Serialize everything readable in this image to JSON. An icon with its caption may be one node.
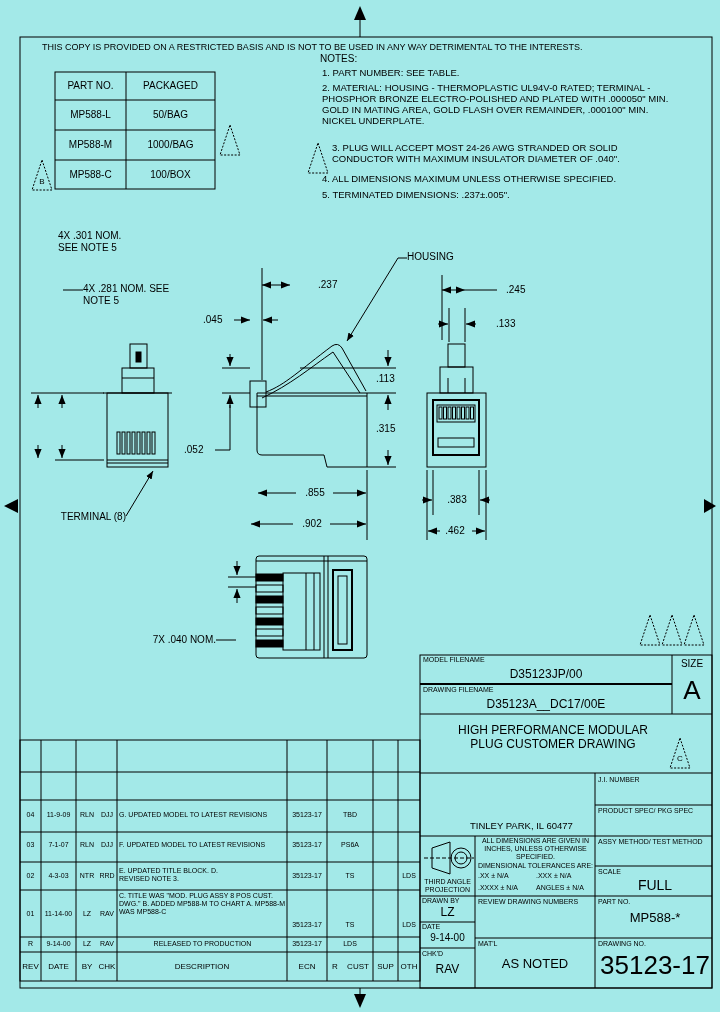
{
  "diagram": {
    "nodes": [
      {
        "text": [
          "4X .281 NOM. SEE NOTE 5"
        ]
      },
      {
        "text": [
          "HOUSING"
        ]
      },
      {
        "text": [
          "TERMINAL (8)"
        ]
      },
      {
        "text": [
          "7X .040 NOM."
        ]
      },
      {
        "text": [],
        "shape": "picture"
      },
      {
        "text": [],
        "shape": "picture"
      }
    ],
    "edges": [
      {
        "from": 0,
        "to": null,
        "arrow": "none"
      },
      {
        "from": 1,
        "to": 5,
        "arrow": "to"
      },
      {
        "from": 2,
        "to": 4,
        "arrow": "to"
      },
      {
        "from": 3,
        "to": null,
        "arrow": "none"
      }
    ],
    "labels": [
      "THIS COPY IS PROVIDED ON A RESTRICTED BASIS AND IS NOT TO BE USED IN ANY WAY DETRIMENTAL TO THE INTERESTS.",
      "PART NO.",
      "PACKAGED",
      "MP588-L",
      "50/BAG",
      "MP588-M",
      "1000/BAG",
      "MP588-C",
      "100/BOX",
      "B",
      "NOTES:",
      "1. PART NUMBER: SEE TABLE.",
      "2. MATERIAL: HOUSING - THERMOPLASTIC UL94V-0 RATED; TERMINAL - PHOSPHOR BRONZE ELECTRO-POLISHED AND PLATED WITH .000050\" MIN. GOLD IN MATING AREA, GOLD FLASH OVER REMAINDER, .000100\" MIN. NICKEL UNDERPLATE.",
      "3. PLUG WILL ACCEPT MOST 24-26 AWG STRANDED OR SOLID CONDUCTOR WITH MAXIMUM INSULATOR DIAMETER OF .040\".",
      "4. ALL DIMENSIONS MAXIMUM UNLESS OTHERWISE SPECIFIED.",
      "5. TERMINATED DIMENSIONS: .237±.005\".",
      "4X .301 NOM. SEE NOTE 5",
      ".237",
      ".045",
      ".245",
      ".133",
      ".113",
      ".315",
      ".052",
      ".855",
      ".902",
      ".383",
      ".462",
      "MODEL FILENAME",
      "D35123JP/00",
      "DRAWING FILENAME",
      "D35123A__DC17/00E",
      "SIZE",
      "A",
      "HIGH PERFORMANCE MODULAR PLUG CUSTOMER DRAWING",
      "C",
      "TINLEY PARK, IL 60477",
      "J.I. NUMBER",
      "PRODUCT SPEC/ PKG SPEC",
      "ALL DIMENSIONS ARE GIVEN IN INCHES, UNLESS OTHERWISE SPECIFIED.",
      "DIMENSIONAL TOLERANCES ARE:",
      ".XX ± N/A",
      ".XXX ± N/A",
      ".XXXX ± N/A",
      "ANGLES ± N/A",
      "THIRD ANGLE PROJECTION",
      "ASSY METHOD/ TEST METHOD",
      "SCALE",
      "FULL",
      "DRAWN BY",
      "LZ",
      "REVIEW DRAWING NUMBERS",
      "PART NO.",
      "MP588-*",
      "DATE",
      "9-14-00",
      "CHK'D",
      "RAV",
      "MAT'L",
      "AS NOTED",
      "DRAWING NO.",
      "35123-17",
      "04",
      "11-9-09",
      "RLN",
      "DJJ",
      "G. UPDATED MODEL TO LATEST REVISIONS",
      "35123-17",
      "TBD",
      "03",
      "7-1-07",
      "RLN",
      "DJJ",
      "F. UPDATED MODEL TO LATEST REVISIONS",
      "35123-17",
      "PS6A",
      "02",
      "4-3-03",
      "NTR",
      "RRD",
      "E. UPDATED TITLE BLOCK. D. REVISED NOTE 3.",
      "35123-17",
      "TS",
      "LDS",
      "01",
      "11-14-00",
      "LZ",
      "RAV",
      "C. TITLE WAS \"MOD. PLUG ASSY 8 POS CUST. DWG.\" B. ADDED MP588-M TO CHART A. MP588-M WAS MP588-C",
      "35123-17",
      "TS",
      "LDS",
      "R",
      "9-14-00",
      "LZ",
      "RAV",
      "RELEASED TO PRODUCTION",
      "35123-17",
      "LDS",
      "REV",
      "DATE",
      "BY",
      "CHK",
      "DESCRIPTION",
      "ECN",
      "R",
      "CUST",
      "SUP",
      "OTH"
    ]
  }
}
